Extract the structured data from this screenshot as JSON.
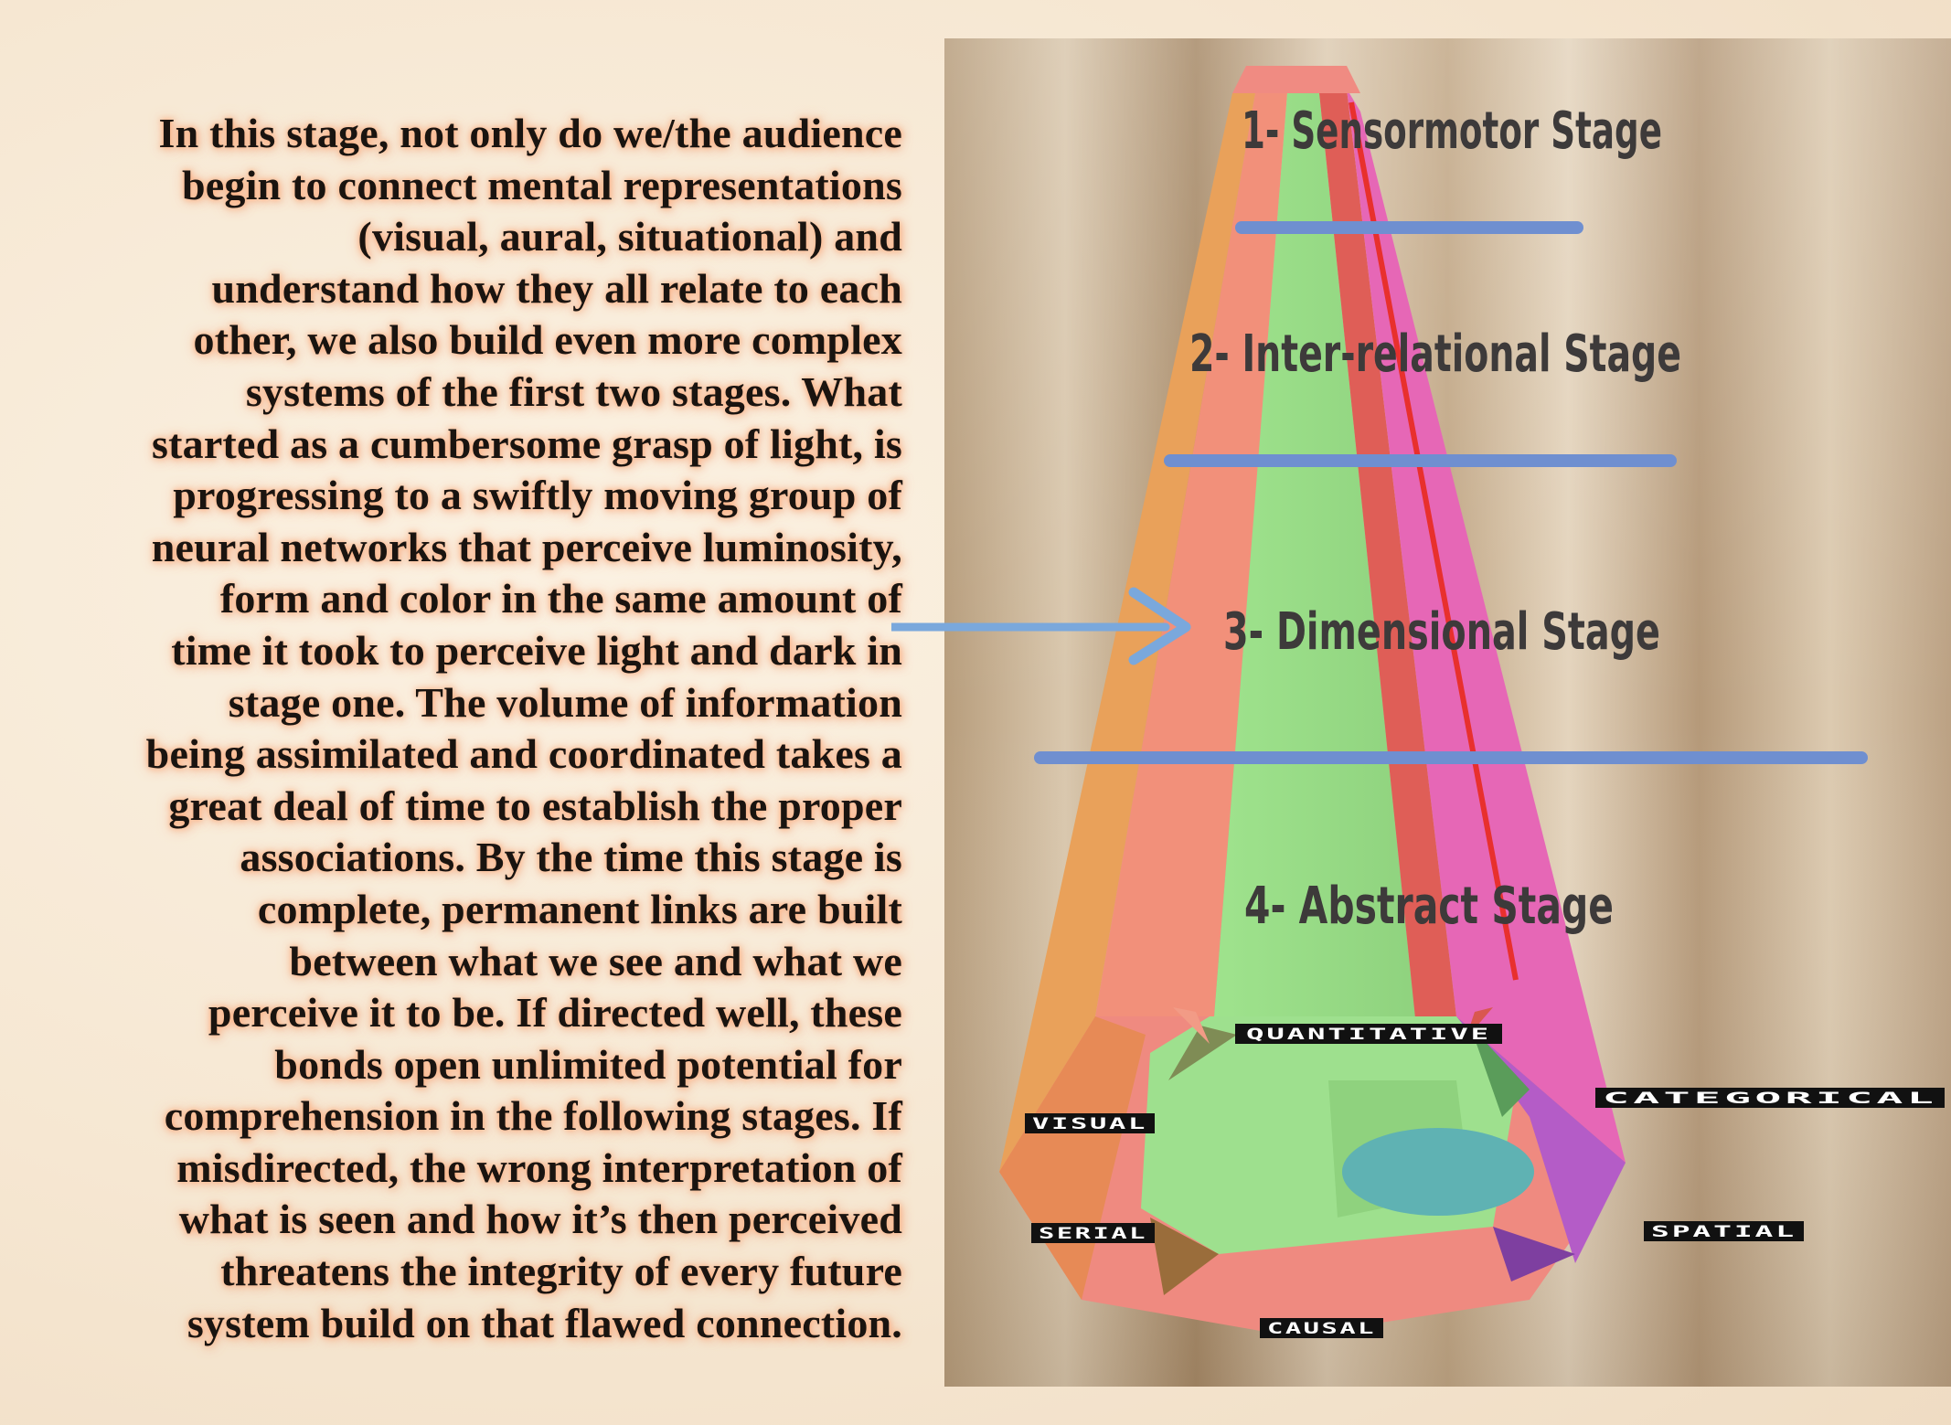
{
  "paragraph_lines": [
    "In this stage, not only do we/the audience",
    "begin to connect mental representations",
    "(visual, aural, situational) and",
    "understand how they all relate to each",
    "other, we also build even more complex",
    "systems of the first two stages.  What",
    "started as a cumbersome grasp of light, is",
    "progressing to a swiftly moving group of",
    "neural networks that perceive luminosity,",
    "form and color in the same amount of",
    "time it took to perceive light and dark in",
    "stage one.  The volume of information",
    "being assimilated and coordinated takes a",
    "great deal of time to establish the proper",
    "associations.  By the time this stage is",
    "complete, permanent links are built",
    "between what we see and what we",
    "perceive it to be.  If directed well, these",
    "bonds open unlimited potential for",
    "comprehension in the following stages.  If",
    "misdirected, the wrong interpretation of",
    "what is seen and how it’s then perceived",
    "threatens the integrity of every future",
    "system build on that flawed connection."
  ],
  "diagram": {
    "stages": [
      "1- Sensormotor Stage",
      "2- Inter-relational Stage",
      "3- Dimensional Stage",
      "4- Abstract Stage"
    ],
    "facet_labels": {
      "quantitative": "QUANTITATIVE",
      "visual": "VISUAL",
      "categorical": "CATEGORICAL",
      "serial": "SERIAL",
      "spatial": "SPATIAL",
      "causal": "CAUSAL"
    },
    "colors": {
      "divider": "#6f8fd0",
      "arrow": "#7aa8dc",
      "label": "#3d3a3a",
      "green_facet": "#9ee08e",
      "pink_facet": "#e667b6",
      "salmon_facet": "#f2907a",
      "orange_facet": "#e9a15a",
      "red_facet": "#df5e57",
      "hole": "#5fb2b3"
    }
  }
}
